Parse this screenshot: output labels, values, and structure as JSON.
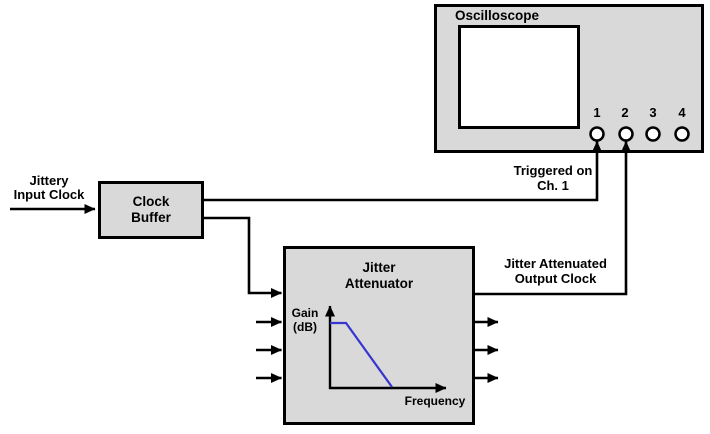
{
  "diagram": {
    "input": {
      "line1": "Jittery",
      "line2": "Input Clock"
    },
    "clock_buffer": {
      "line1": "Clock",
      "line2": "Buffer"
    },
    "jitter_attenuator": {
      "line1": "Jitter",
      "line2": "Attenuator"
    },
    "plot": {
      "ylabel_line1": "Gain",
      "ylabel_line2": "(dB)",
      "xlabel": "Frequency"
    },
    "oscilloscope": {
      "title": "Oscilloscope",
      "channels": [
        "1",
        "2",
        "3",
        "4"
      ]
    },
    "triggered": {
      "line1": "Triggered on",
      "line2": "Ch. 1"
    },
    "output": {
      "line1": "Jitter Attenuated",
      "line2": "Output Clock"
    },
    "colors": {
      "box_fill": "#d9d9d9",
      "line_color": "#000000",
      "curve_color": "#3636cf",
      "screen_fill": "#ffffff"
    }
  },
  "chart_data": {
    "type": "line",
    "title": "",
    "xlabel": "Frequency",
    "ylabel": "Gain (dB)",
    "axis_ticks": "none (schematic)",
    "series": [
      {
        "name": "jitter-transfer-lowpass",
        "points_normalized": [
          [
            0.0,
            1.0
          ],
          [
            0.14,
            1.0
          ],
          [
            0.53,
            0.0
          ]
        ]
      }
    ],
    "legend": "none",
    "grid": false
  }
}
